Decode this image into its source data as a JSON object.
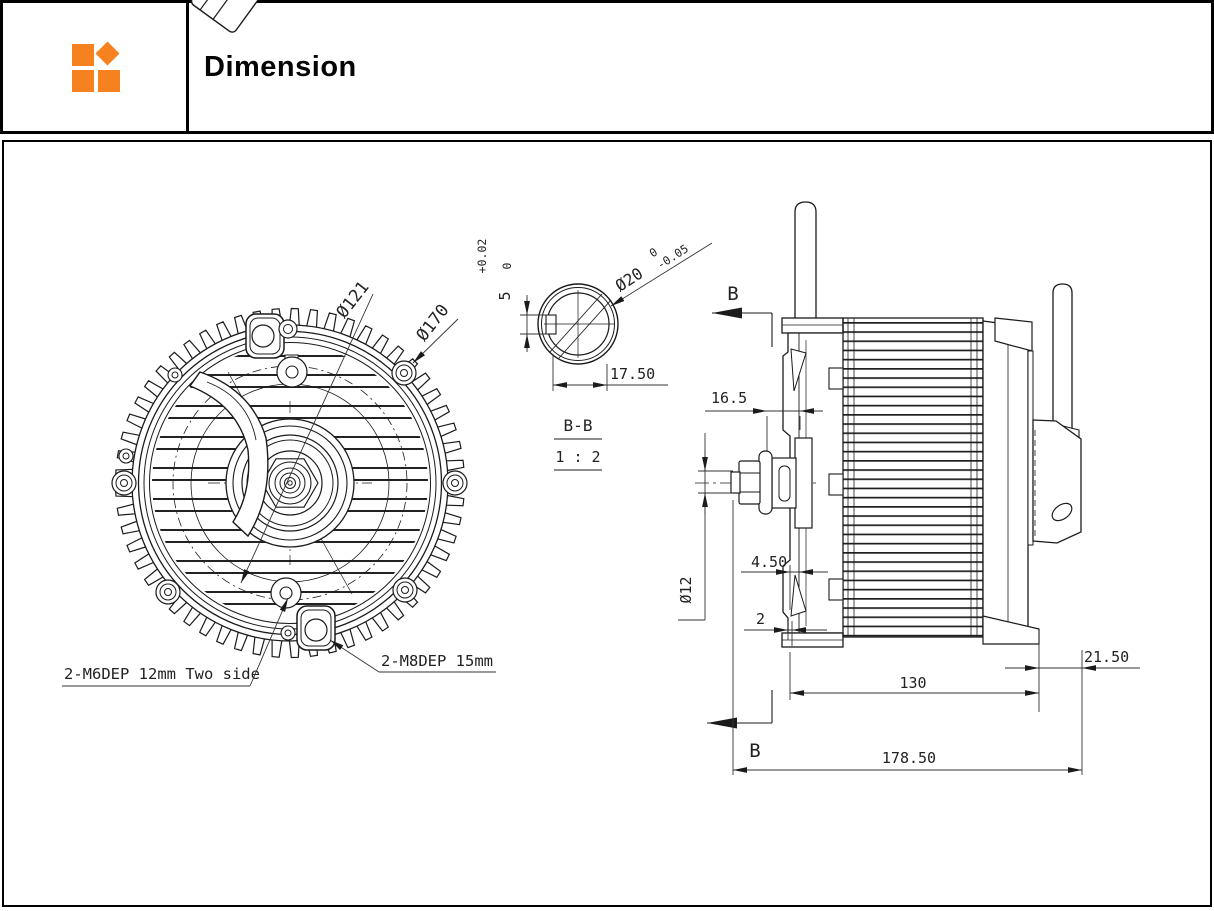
{
  "header": {
    "title": "Dimension",
    "brand_color": "#f5821f"
  },
  "front_view": {
    "dia_bolt_circle": "Ø121",
    "dia_outer": "Ø170",
    "note_m6": "2-M6DEP 12mm Two side",
    "note_m8": "2-M8DEP 15mm"
  },
  "section_view": {
    "title": "B-B",
    "scale": "1 : 2",
    "shaft_dia": "Ø20",
    "shaft_dia_tol_upper": "0",
    "shaft_dia_tol_lower": "-0.05",
    "key_width": "5",
    "key_tol_upper": "+0.02",
    "key_tol_lower": "0",
    "flat_to_side": "17.50"
  },
  "side_view": {
    "section_label_top": "B",
    "section_label_bottom": "B",
    "front_boss_len": "16.5",
    "shaft_dia": "Ø12",
    "lip_len": "4.50",
    "step_len": "2",
    "body_len": "130",
    "bracket_offset": "21.50",
    "overall_len": "178.50"
  },
  "line_color": "#1b1b1b"
}
